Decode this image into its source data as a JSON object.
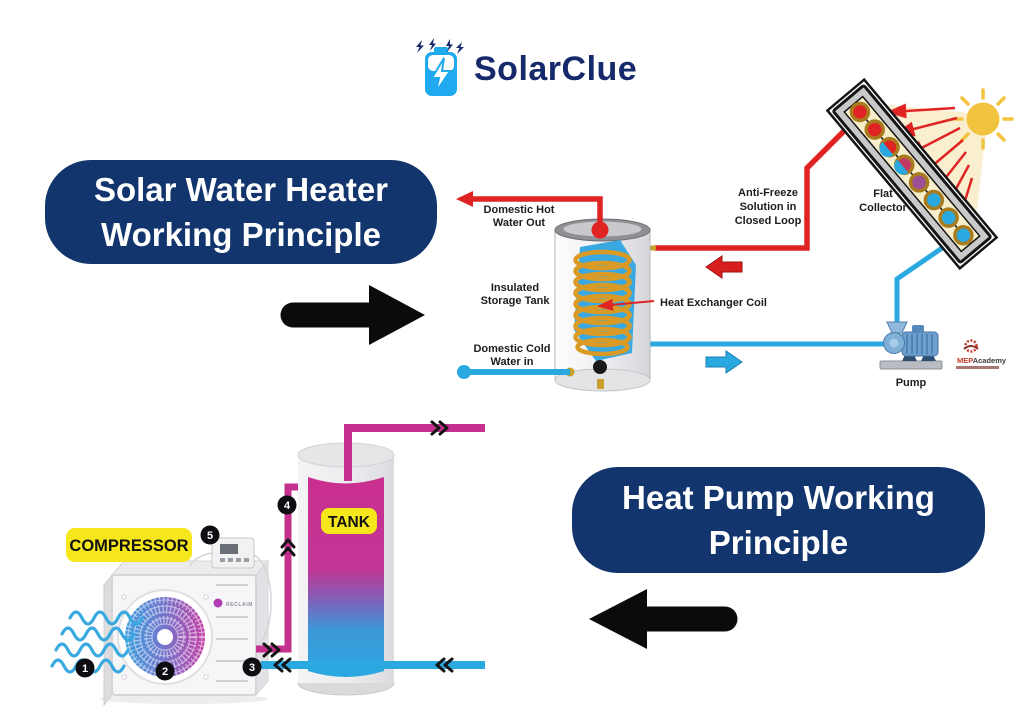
{
  "page": {
    "background": "#ffffff"
  },
  "logo": {
    "brand": "SolarClue",
    "icon": "battery-lightning-icon",
    "icon_color": "#1fa9ee",
    "text_color": "#16296b"
  },
  "titles": {
    "solar": {
      "line1": "Solar Water Heater",
      "line2": "Working Principle"
    },
    "heat_pump": {
      "line1": "Heat Pump Working",
      "line2": "Principle"
    },
    "bg": "#12356d",
    "text_color": "#ffffff"
  },
  "solar_diagram": {
    "labels": {
      "hot_out_1": "Domestic Hot",
      "hot_out_2": "Water Out",
      "tank_1": "Insulated",
      "tank_2": "Storage Tank",
      "cold_in_1": "Domestic Cold",
      "cold_in_2": "Water in",
      "coil": "Heat Exchanger Coil",
      "antifreeze_1": "Anti-Freeze",
      "antifreeze_2": "Solution in",
      "antifreeze_3": "Closed Loop",
      "collector_1": "Flat",
      "collector_2": "Collector",
      "pump": "Pump"
    },
    "watermark": {
      "mep": "MEP",
      "academy": "Academy"
    },
    "colors": {
      "hot": "#e02424",
      "cold": "#2aa9e1",
      "coil": "#d99b26",
      "sun": "#f2c33e"
    }
  },
  "heat_pump_diagram": {
    "labels": {
      "compressor": "COMPRESSOR",
      "tank": "TANK",
      "unit_brand": "RECLAIM"
    },
    "steps": [
      "1",
      "2",
      "3",
      "4",
      "5"
    ],
    "colors": {
      "hot_pipe": "#c5308f",
      "cold_pipe": "#2aa9e1",
      "label_bg": "#f6e71d"
    }
  }
}
